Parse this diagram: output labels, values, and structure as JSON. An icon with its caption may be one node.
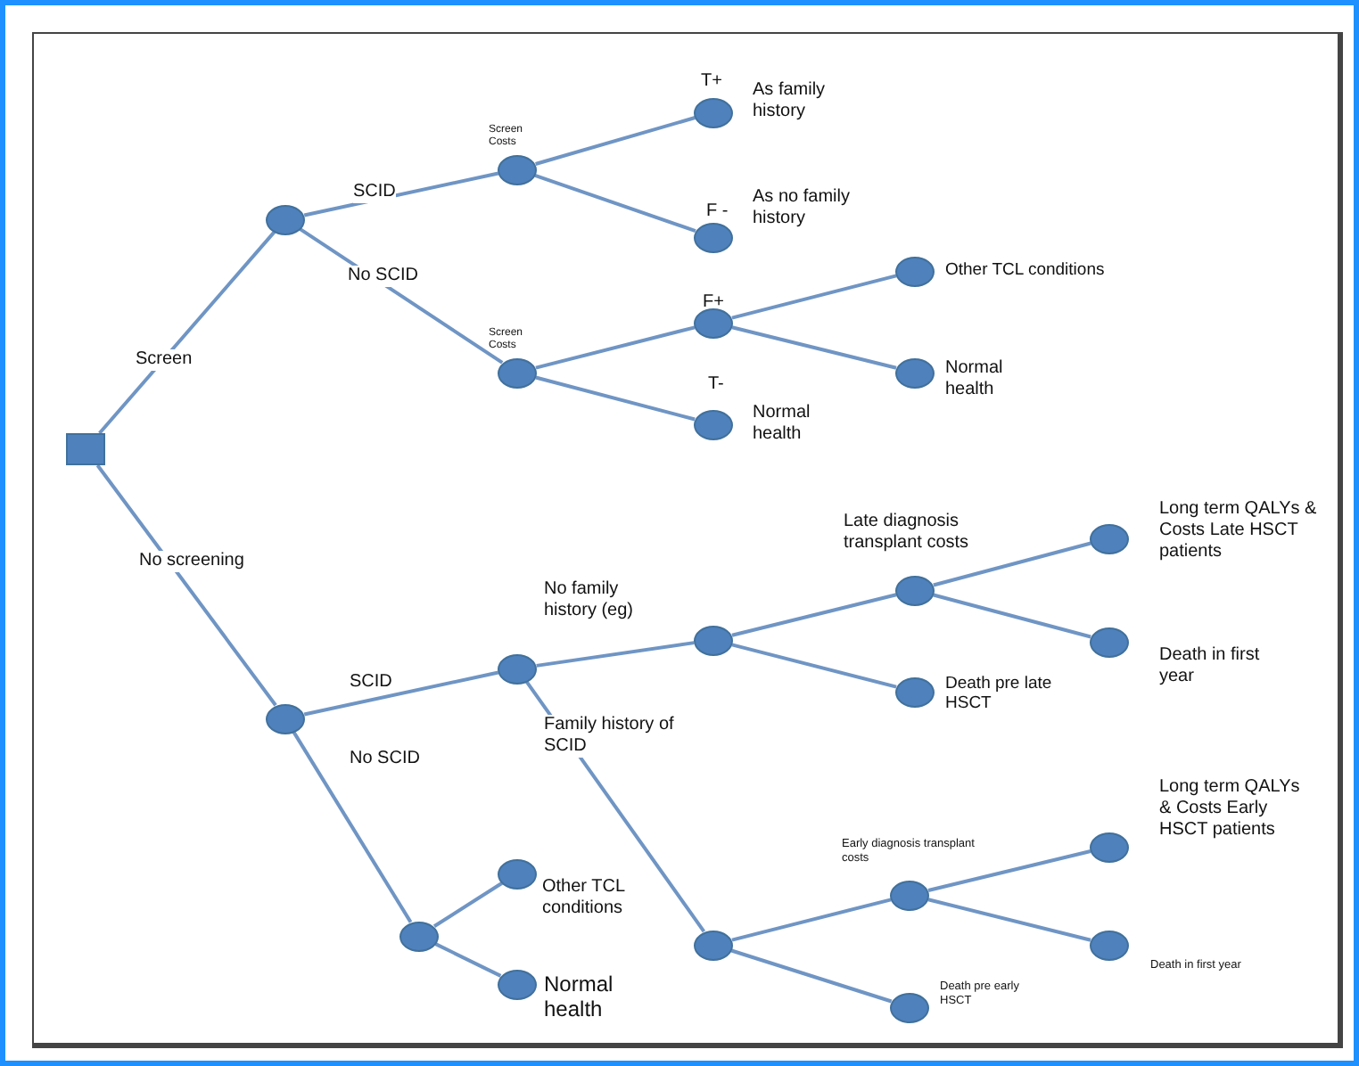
{
  "diagram": {
    "nodes": [
      {
        "text": [],
        "shape": "box"
      },
      {
        "text": [],
        "shape": "circle"
      },
      {
        "text": [],
        "shape": "circle"
      },
      {
        "text": [],
        "shape": "circle",
        "beside": [
          "Screen Costs"
        ]
      },
      {
        "text": [],
        "shape": "circle",
        "beside": [
          "T+",
          "As family history"
        ]
      },
      {
        "text": [],
        "shape": "circle",
        "beside": [
          "F -",
          "As no family history"
        ]
      },
      {
        "text": [],
        "shape": "circle",
        "beside": [
          "Screen Costs"
        ]
      },
      {
        "text": [],
        "shape": "circle",
        "beside": [
          "F+"
        ]
      },
      {
        "text": [],
        "shape": "circle",
        "beside": [
          "T-",
          "Normal health"
        ]
      },
      {
        "text": [],
        "shape": "circle",
        "beside": [
          "Other TCL conditions"
        ]
      },
      {
        "text": [],
        "shape": "circle",
        "beside": [
          "Normal health"
        ]
      },
      {
        "text": [],
        "shape": "circle"
      },
      {
        "text": [],
        "shape": "circle"
      },
      {
        "text": [],
        "shape": "circle",
        "beside": [
          "Late diagnosis transplant costs"
        ]
      },
      {
        "text": [],
        "shape": "circle",
        "beside": [
          "Death pre late HSCT"
        ]
      },
      {
        "text": [],
        "shape": "circle",
        "beside": [
          "Long term QALYs & Costs Late HSCT patients"
        ]
      },
      {
        "text": [],
        "shape": "circle",
        "beside": [
          "Death in first year"
        ]
      },
      {
        "text": [],
        "shape": "circle"
      },
      {
        "text": [],
        "shape": "circle",
        "beside": [
          "Other TCL conditions"
        ]
      },
      {
        "text": [],
        "shape": "circle",
        "beside": [
          "Normal health"
        ]
      },
      {
        "text": [],
        "shape": "circle"
      },
      {
        "text": [],
        "shape": "circle",
        "beside": [
          "Early diagnosis transplant costs"
        ]
      },
      {
        "text": [],
        "shape": "circle",
        "beside": [
          "Death pre early HSCT"
        ]
      },
      {
        "text": [],
        "shape": "circle",
        "beside": [
          "Long term QALYs & Costs Early HSCT patients"
        ]
      },
      {
        "text": [],
        "shape": "circle",
        "beside": [
          "Death in first year"
        ]
      }
    ],
    "edges": [
      {
        "from": 0,
        "to": 1,
        "arrow": "none",
        "label": "Screen"
      },
      {
        "from": 0,
        "to": 2,
        "arrow": "none",
        "label": "No screening"
      },
      {
        "from": 1,
        "to": 3,
        "arrow": "none",
        "label": "SCID"
      },
      {
        "from": 1,
        "to": 6,
        "arrow": "none",
        "label": "No SCID"
      },
      {
        "from": 3,
        "to": 4,
        "arrow": "none"
      },
      {
        "from": 3,
        "to": 5,
        "arrow": "none"
      },
      {
        "from": 6,
        "to": 7,
        "arrow": "none"
      },
      {
        "from": 6,
        "to": 8,
        "arrow": "none"
      },
      {
        "from": 7,
        "to": 9,
        "arrow": "none"
      },
      {
        "from": 7,
        "to": 10,
        "arrow": "none"
      },
      {
        "from": 2,
        "to": 11,
        "arrow": "none",
        "label": "SCID"
      },
      {
        "from": 2,
        "to": 17,
        "arrow": "none",
        "label": "No SCID"
      },
      {
        "from": 11,
        "to": 12,
        "arrow": "none",
        "label": "No family history (eg)"
      },
      {
        "from": 11,
        "to": 20,
        "arrow": "none",
        "label": "Family history of SCID"
      },
      {
        "from": 12,
        "to": 13,
        "arrow": "none"
      },
      {
        "from": 12,
        "to": 14,
        "arrow": "none"
      },
      {
        "from": 13,
        "to": 15,
        "arrow": "none"
      },
      {
        "from": 13,
        "to": 16,
        "arrow": "none"
      },
      {
        "from": 17,
        "to": 18,
        "arrow": "none"
      },
      {
        "from": 17,
        "to": 19,
        "arrow": "none"
      },
      {
        "from": 20,
        "to": 21,
        "arrow": "none"
      },
      {
        "from": 20,
        "to": 22,
        "arrow": "none"
      },
      {
        "from": 21,
        "to": 23,
        "arrow": "none"
      },
      {
        "from": 21,
        "to": 24,
        "arrow": "none"
      }
    ]
  }
}
